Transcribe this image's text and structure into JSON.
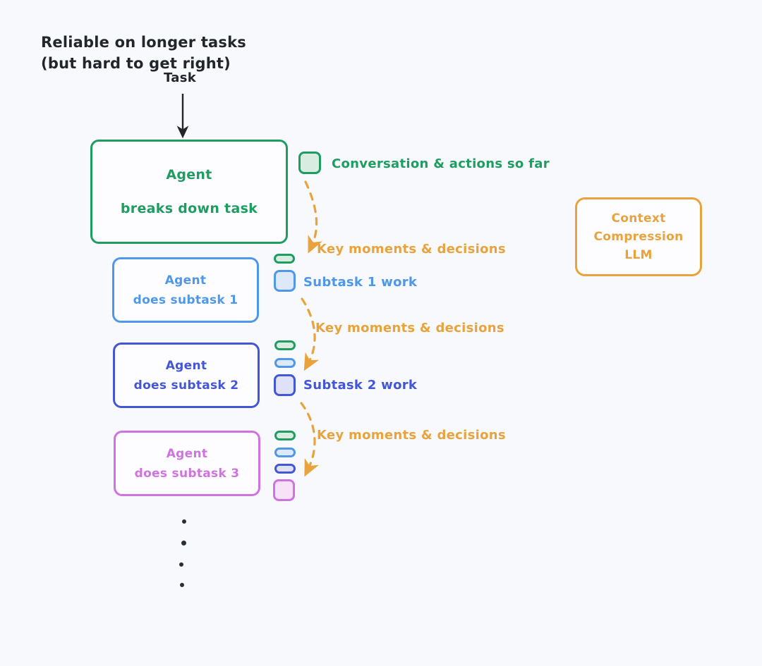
{
  "diagram": {
    "title_line1": "Reliable on longer tasks",
    "title_line2": "(but hard to get right)",
    "task_label": "Task",
    "background_color": "#f8f9fc"
  },
  "colors": {
    "green": "#1f9d61",
    "light_blue": "#4f97e8",
    "royal_blue": "#4256d6",
    "orchid": "#cf73e0",
    "orange": "#e8a33d",
    "text_dark": "#22262b"
  },
  "nodes": {
    "main": {
      "line1": "Agent",
      "line2": "breaks down task",
      "color": "#1f9d61"
    },
    "subtask1": {
      "line1": "Agent",
      "line2": "does subtask 1",
      "color": "#4f97e8"
    },
    "subtask2": {
      "line1": "Agent",
      "line2": "does subtask 2",
      "color": "#4256d6"
    },
    "subtask3": {
      "line1": "Agent",
      "line2": "does subtask 3",
      "color": "#cf73e0"
    },
    "compression_llm": {
      "line1": "Context",
      "line2": "Compression",
      "line3": "LLM",
      "color": "#e8a33d"
    }
  },
  "labels": {
    "conversation": "Conversation & actions so far",
    "subtask1_work": "Subtask 1 work",
    "subtask2_work": "Subtask 2 work",
    "key_moments_1": "Key moments & decisions",
    "key_moments_2": "Key moments & decisions",
    "key_moments_3": "Key moments & decisions"
  }
}
